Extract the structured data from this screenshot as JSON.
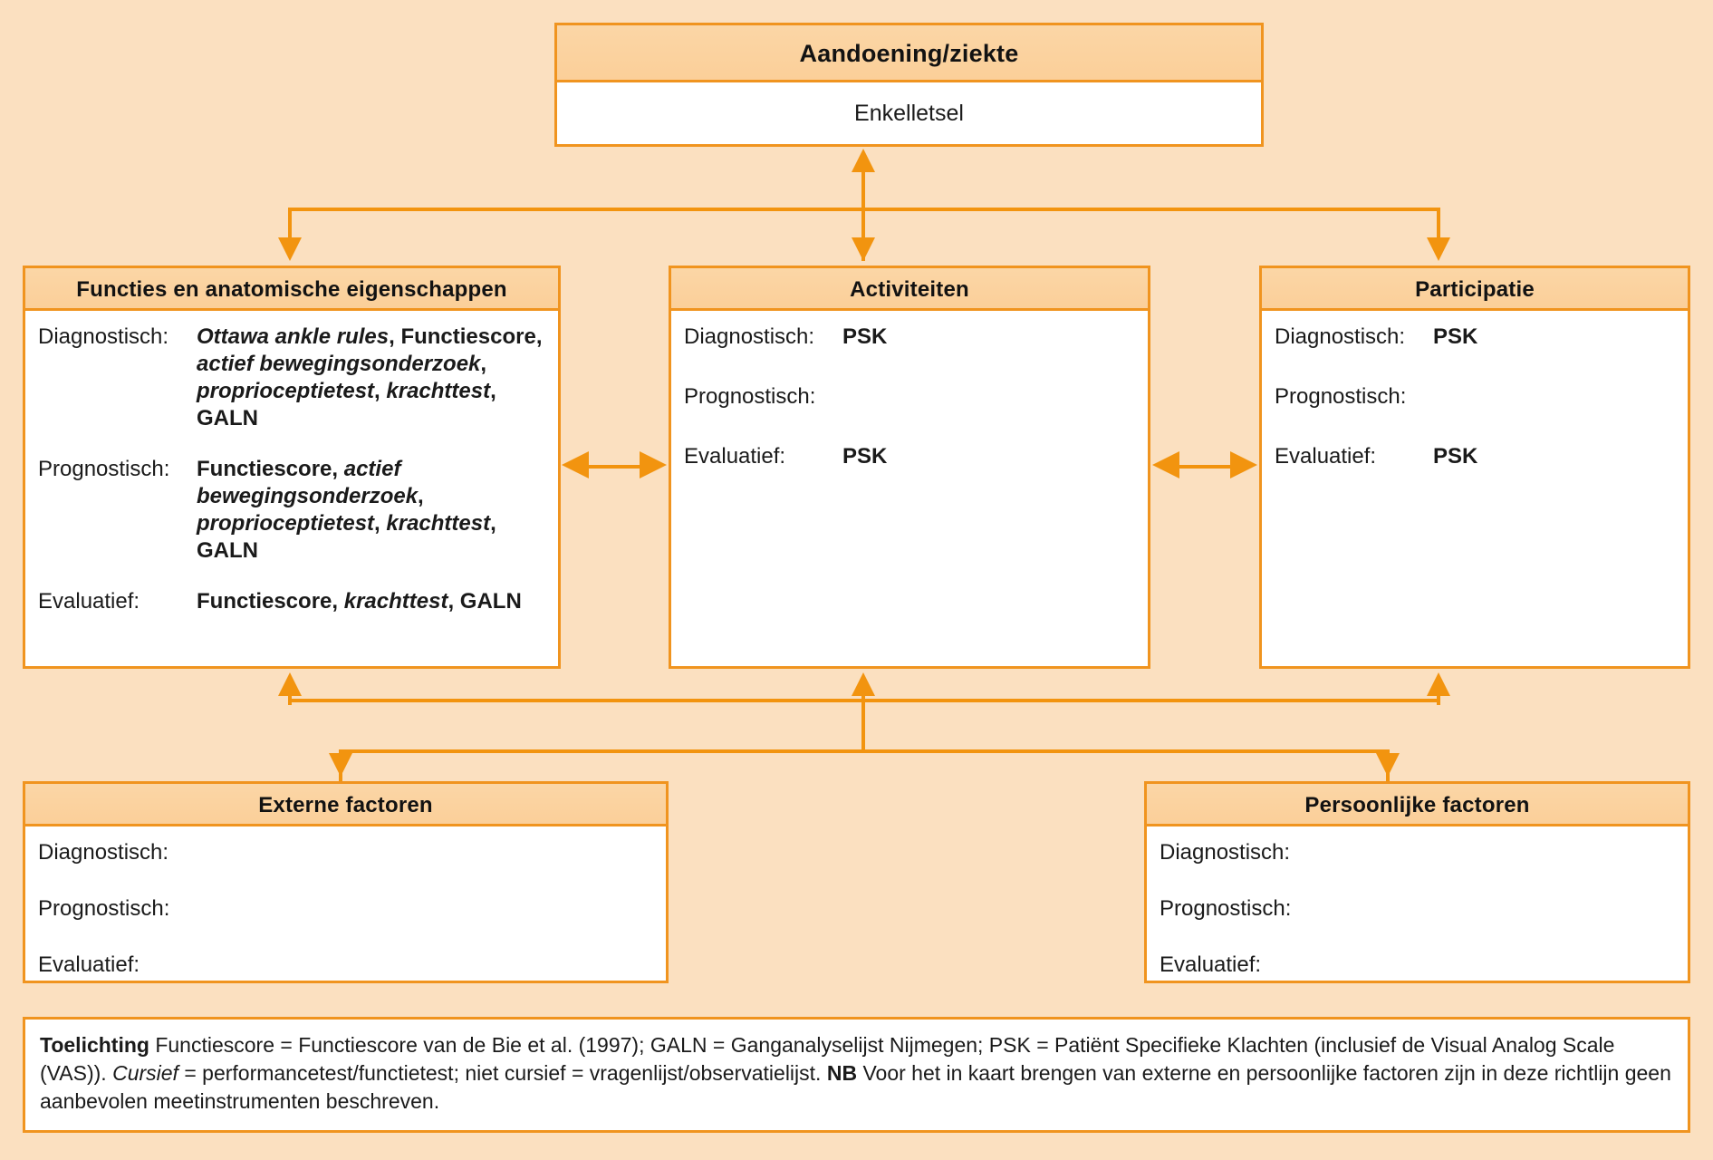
{
  "labels": {
    "diagnostisch": "Diagnostisch:",
    "prognostisch": "Prognostisch:",
    "evaluatief": "Evaluatief:"
  },
  "disease": {
    "title": "Aandoening/ziekte",
    "value": "Enkelletsel"
  },
  "functions": {
    "title": "Functies en anatomische eigenschappen",
    "diagnostisch": "Ottawa ankle rules, Functiescore, actief bewegingsonderzoek, proprioceptietest, krachttest, GALN",
    "prognostisch": "Functiescore, actief bewegingsonderzoek, proprioceptietest, krachttest, GALN",
    "evaluatief": "Functiescore, krachttest, GALN"
  },
  "activities": {
    "title": "Activiteiten",
    "diagnostisch": "PSK",
    "prognostisch": "",
    "evaluatief": "PSK"
  },
  "participation": {
    "title": "Participatie",
    "diagnostisch": "PSK",
    "prognostisch": "",
    "evaluatief": "PSK"
  },
  "external": {
    "title": "Externe factoren",
    "diagnostisch": "",
    "prognostisch": "",
    "evaluatief": ""
  },
  "personal": {
    "title": "Persoonlijke factoren",
    "diagnostisch": "",
    "prognostisch": "",
    "evaluatief": ""
  },
  "note": {
    "lead": "Toelichting",
    "text_1": " Functiescore = Functiescore van de Bie et al. (1997); GALN = Ganganalyselijst Nijmegen; PSK = Patiënt Specifieke Klachten (inclusief de Visual Analog Scale (VAS)). ",
    "cursief": "Cursief",
    "text_2": " = performancetest/functietest; niet cursief = vragenlijst/observatielijst. ",
    "nb": "NB",
    "text_3": " Voor het in kaart brengen van externe en persoonlijke factoren zijn in deze richtlijn geen aanbevolen meetinstrumenten beschreven."
  },
  "colors": {
    "background": "#fbe0c0",
    "accent": "#f2940f",
    "header_fill": "#fbd6a6",
    "border": "#f0941f",
    "box_fill": "#ffffff"
  }
}
